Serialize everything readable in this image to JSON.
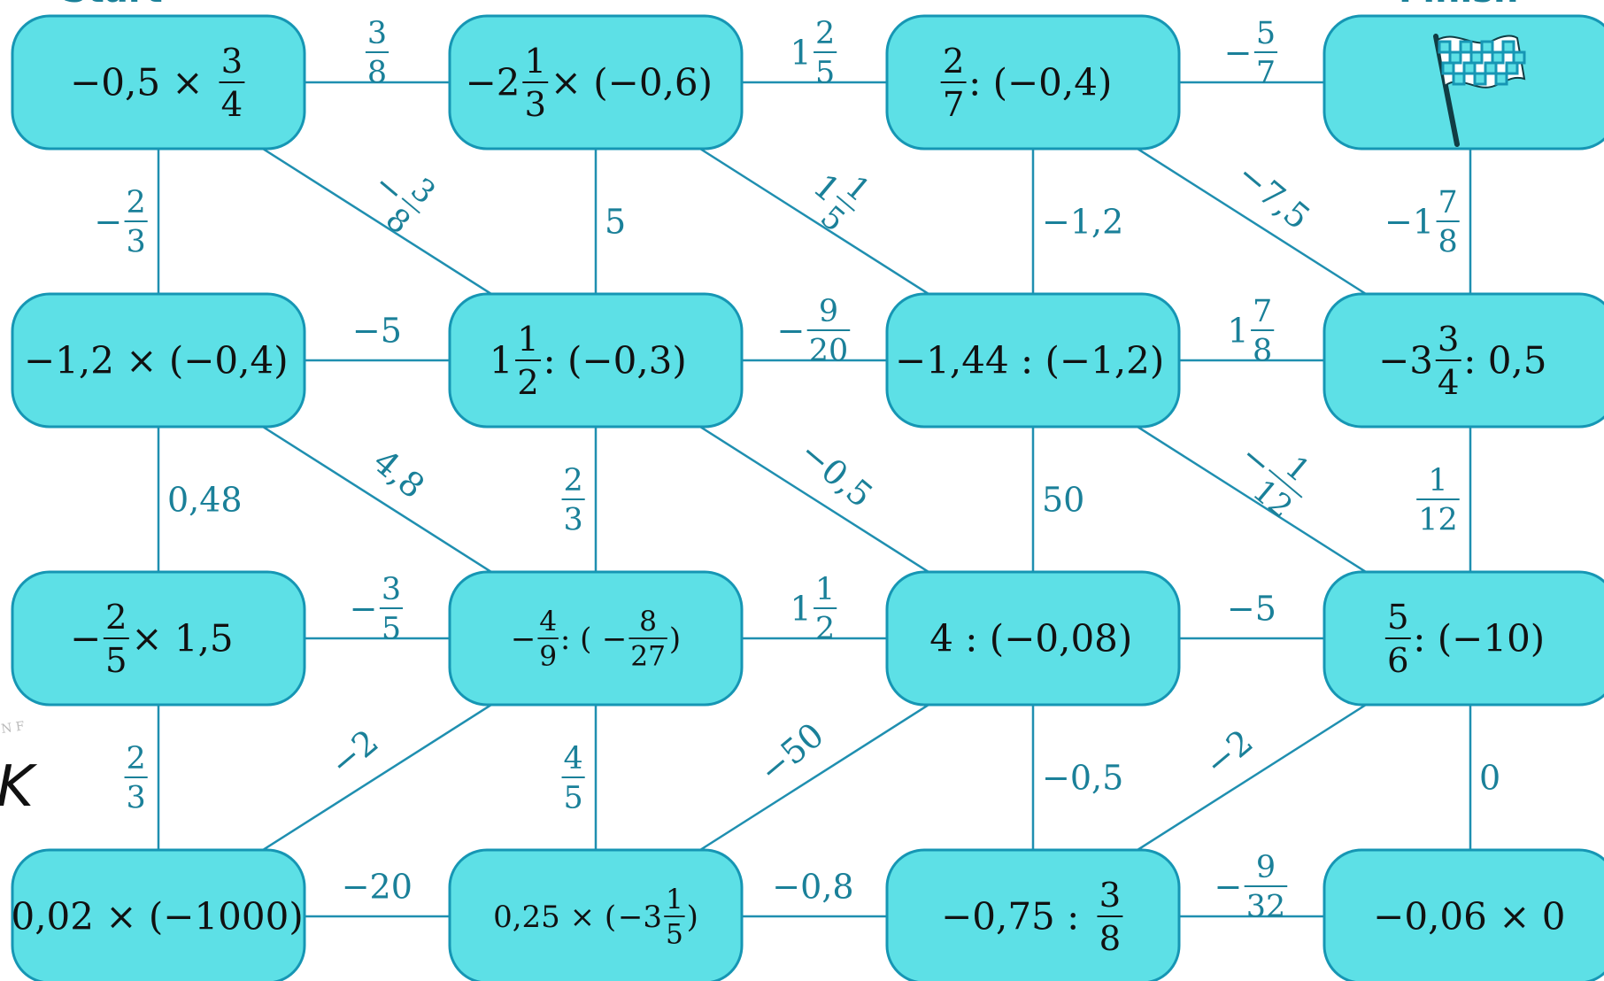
{
  "board": {
    "corner_labels": {
      "start": "Start",
      "finish": "Finish"
    },
    "watermark": {
      "small": "N F",
      "big": "K"
    }
  },
  "colors": {
    "node_fill": "#5de0e6",
    "node_stroke": "#1696b4",
    "edge": "#1f8fb0",
    "edge_label": "#1a8099",
    "node_text": "#111111"
  },
  "nodes": [
    {
      "id": "r0c0",
      "icon": "",
      "expr": [
        {
          "t": "s",
          "v": "−0,5 × "
        },
        {
          "t": "f",
          "n": "3",
          "d": "4"
        }
      ]
    },
    {
      "id": "r0c1",
      "icon": "",
      "expr": [
        {
          "t": "s",
          "v": "−2"
        },
        {
          "t": "f",
          "n": "1",
          "d": "3"
        },
        {
          "t": "s",
          "v": " × (−0,6)"
        }
      ]
    },
    {
      "id": "r0c2",
      "icon": "",
      "expr": [
        {
          "t": "f",
          "n": "2",
          "d": "7"
        },
        {
          "t": "s",
          "v": " : (−0,4)"
        }
      ]
    },
    {
      "id": "r0c3",
      "icon": "checkered-flag-icon",
      "expr": []
    },
    {
      "id": "r1c0",
      "icon": "",
      "expr": [
        {
          "t": "s",
          "v": "−1,2 × (−0,4)"
        }
      ]
    },
    {
      "id": "r1c1",
      "icon": "",
      "expr": [
        {
          "t": "s",
          "v": "1"
        },
        {
          "t": "f",
          "n": "1",
          "d": "2"
        },
        {
          "t": "s",
          "v": " : (−0,3)"
        }
      ]
    },
    {
      "id": "r1c2",
      "icon": "",
      "expr": [
        {
          "t": "s",
          "v": "−1,44 : (−1,2)"
        }
      ]
    },
    {
      "id": "r1c3",
      "icon": "",
      "expr": [
        {
          "t": "s",
          "v": "−3"
        },
        {
          "t": "f",
          "n": "3",
          "d": "4"
        },
        {
          "t": "s",
          "v": " : 0,5"
        }
      ]
    },
    {
      "id": "r2c0",
      "icon": "",
      "expr": [
        {
          "t": "s",
          "v": "−"
        },
        {
          "t": "f",
          "n": "2",
          "d": "5"
        },
        {
          "t": "s",
          "v": " × 1,5"
        }
      ]
    },
    {
      "id": "r2c1",
      "icon": "",
      "expr": [
        {
          "t": "s",
          "v": "−"
        },
        {
          "t": "f",
          "n": "4",
          "d": "9"
        },
        {
          "t": "s",
          "v": " : ("
        },
        {
          "t": "s",
          "v": "−"
        },
        {
          "t": "f",
          "n": "8",
          "d": "27"
        },
        {
          "t": "s",
          "v": ")"
        }
      ]
    },
    {
      "id": "r2c2",
      "icon": "",
      "expr": [
        {
          "t": "s",
          "v": "4 : (−0,08)"
        }
      ]
    },
    {
      "id": "r2c3",
      "icon": "",
      "expr": [
        {
          "t": "f",
          "n": "5",
          "d": "6"
        },
        {
          "t": "s",
          "v": " : (−10)"
        }
      ]
    },
    {
      "id": "r3c0",
      "icon": "",
      "expr": [
        {
          "t": "s",
          "v": "0,02 × (−1000)"
        }
      ]
    },
    {
      "id": "r3c1",
      "icon": "",
      "expr": [
        {
          "t": "s",
          "v": "0,25 × ("
        },
        {
          "t": "s",
          "v": "−3"
        },
        {
          "t": "f",
          "n": "1",
          "d": "5"
        },
        {
          "t": "s",
          "v": ")"
        }
      ]
    },
    {
      "id": "r3c2",
      "icon": "",
      "expr": [
        {
          "t": "s",
          "v": "−0,75 : "
        },
        {
          "t": "f",
          "n": "3",
          "d": "8"
        }
      ]
    },
    {
      "id": "r3c3",
      "icon": "",
      "expr": [
        {
          "t": "s",
          "v": "−0,06 × 0"
        }
      ]
    }
  ],
  "edges": [
    {
      "id": "h-r0c0-r0c1",
      "from": "r0c0",
      "to": "r0c1",
      "label": [
        {
          "t": "f",
          "n": "3",
          "d": "8"
        }
      ]
    },
    {
      "id": "h-r0c1-r0c2",
      "from": "r0c1",
      "to": "r0c2",
      "label": [
        {
          "t": "s",
          "v": "1"
        },
        {
          "t": "f",
          "n": "2",
          "d": "5"
        }
      ]
    },
    {
      "id": "h-r0c2-r0c3",
      "from": "r0c2",
      "to": "r0c3",
      "label": [
        {
          "t": "s",
          "v": "−"
        },
        {
          "t": "f",
          "n": "5",
          "d": "7"
        }
      ]
    },
    {
      "id": "h-r1c0-r1c1",
      "from": "r1c0",
      "to": "r1c1",
      "label": [
        {
          "t": "s",
          "v": "−5"
        }
      ]
    },
    {
      "id": "h-r1c1-r1c2",
      "from": "r1c1",
      "to": "r1c2",
      "label": [
        {
          "t": "s",
          "v": "−"
        },
        {
          "t": "f",
          "n": "9",
          "d": "20"
        }
      ]
    },
    {
      "id": "h-r1c2-r1c3",
      "from": "r1c2",
      "to": "r1c3",
      "label": [
        {
          "t": "s",
          "v": "1"
        },
        {
          "t": "f",
          "n": "7",
          "d": "8"
        }
      ]
    },
    {
      "id": "h-r2c0-r2c1",
      "from": "r2c0",
      "to": "r2c1",
      "label": [
        {
          "t": "s",
          "v": "−"
        },
        {
          "t": "f",
          "n": "3",
          "d": "5"
        }
      ]
    },
    {
      "id": "h-r2c1-r2c2",
      "from": "r2c1",
      "to": "r2c2",
      "label": [
        {
          "t": "s",
          "v": "1"
        },
        {
          "t": "f",
          "n": "1",
          "d": "2"
        }
      ]
    },
    {
      "id": "h-r2c2-r2c3",
      "from": "r2c2",
      "to": "r2c3",
      "label": [
        {
          "t": "s",
          "v": "−5"
        }
      ]
    },
    {
      "id": "h-r3c0-r3c1",
      "from": "r3c0",
      "to": "r3c1",
      "label": [
        {
          "t": "s",
          "v": "−20"
        }
      ]
    },
    {
      "id": "h-r3c1-r3c2",
      "from": "r3c1",
      "to": "r3c2",
      "label": [
        {
          "t": "s",
          "v": "−0,8"
        }
      ]
    },
    {
      "id": "h-r3c2-r3c3",
      "from": "r3c2",
      "to": "r3c3",
      "label": [
        {
          "t": "s",
          "v": "−"
        },
        {
          "t": "f",
          "n": "9",
          "d": "32"
        }
      ]
    },
    {
      "id": "v-r0c0-r1c0",
      "from": "r0c0",
      "to": "r1c0",
      "label": [
        {
          "t": "s",
          "v": "−"
        },
        {
          "t": "f",
          "n": "2",
          "d": "3"
        }
      ]
    },
    {
      "id": "v-r1c0-r2c0",
      "from": "r1c0",
      "to": "r2c0",
      "label": [
        {
          "t": "s",
          "v": "0,48"
        }
      ]
    },
    {
      "id": "v-r2c0-r3c0",
      "from": "r2c0",
      "to": "r3c0",
      "label": [
        {
          "t": "f",
          "n": "2",
          "d": "3"
        }
      ]
    },
    {
      "id": "v-r0c1-r1c1",
      "from": "r0c1",
      "to": "r1c1",
      "label": [
        {
          "t": "s",
          "v": "5"
        }
      ]
    },
    {
      "id": "v-r1c1-r2c1",
      "from": "r1c1",
      "to": "r2c1",
      "label": [
        {
          "t": "f",
          "n": "2",
          "d": "3"
        }
      ]
    },
    {
      "id": "v-r2c1-r3c1",
      "from": "r2c1",
      "to": "r3c1",
      "label": [
        {
          "t": "f",
          "n": "4",
          "d": "5"
        }
      ]
    },
    {
      "id": "v-r0c2-r1c2",
      "from": "r0c2",
      "to": "r1c2",
      "label": [
        {
          "t": "s",
          "v": "−1,2"
        }
      ]
    },
    {
      "id": "v-r1c2-r2c2",
      "from": "r1c2",
      "to": "r2c2",
      "label": [
        {
          "t": "s",
          "v": "50"
        }
      ]
    },
    {
      "id": "v-r2c2-r3c2",
      "from": "r2c2",
      "to": "r3c2",
      "label": [
        {
          "t": "s",
          "v": "−0,5"
        }
      ]
    },
    {
      "id": "v-r0c3-r1c3",
      "from": "r0c3",
      "to": "r1c3",
      "label": [
        {
          "t": "s",
          "v": "−1"
        },
        {
          "t": "f",
          "n": "7",
          "d": "8"
        }
      ]
    },
    {
      "id": "v-r1c3-r2c3",
      "from": "r1c3",
      "to": "r2c3",
      "label": [
        {
          "t": "f",
          "n": "1",
          "d": "12"
        }
      ]
    },
    {
      "id": "v-r2c3-r3c3",
      "from": "r2c3",
      "to": "r3c3",
      "label": [
        {
          "t": "s",
          "v": "0"
        }
      ]
    },
    {
      "id": "d-r0c0-r1c1",
      "from": "r0c0",
      "to": "r1c1",
      "label": [
        {
          "t": "s",
          "v": "−"
        },
        {
          "t": "f",
          "n": "3",
          "d": "8"
        }
      ]
    },
    {
      "id": "d-r0c1-r1c2",
      "from": "r0c1",
      "to": "r1c2",
      "label": [
        {
          "t": "s",
          "v": "1"
        },
        {
          "t": "f",
          "n": "1",
          "d": "5"
        }
      ]
    },
    {
      "id": "d-r0c2-r1c3",
      "from": "r0c2",
      "to": "r1c3",
      "label": [
        {
          "t": "s",
          "v": "−7,5"
        }
      ]
    },
    {
      "id": "d-r1c0-r2c1",
      "from": "r1c0",
      "to": "r2c1",
      "label": [
        {
          "t": "s",
          "v": "4,8"
        }
      ]
    },
    {
      "id": "d-r1c1-r2c2",
      "from": "r1c1",
      "to": "r2c2",
      "label": [
        {
          "t": "s",
          "v": "−0,5"
        }
      ]
    },
    {
      "id": "d-r1c2-r2c3",
      "from": "r1c2",
      "to": "r2c3",
      "label": [
        {
          "t": "s",
          "v": "−"
        },
        {
          "t": "f",
          "n": "1",
          "d": "12"
        }
      ]
    },
    {
      "id": "a-r3c0-r2c1",
      "from": "r3c0",
      "to": "r2c1",
      "label": [
        {
          "t": "s",
          "v": "−2"
        }
      ]
    },
    {
      "id": "a-r3c1-r2c2",
      "from": "r3c1",
      "to": "r2c2",
      "label": [
        {
          "t": "s",
          "v": "−50"
        }
      ]
    },
    {
      "id": "a-r3c2-r2c3",
      "from": "r3c2",
      "to": "r2c3",
      "label": [
        {
          "t": "s",
          "v": "−2"
        }
      ]
    }
  ]
}
